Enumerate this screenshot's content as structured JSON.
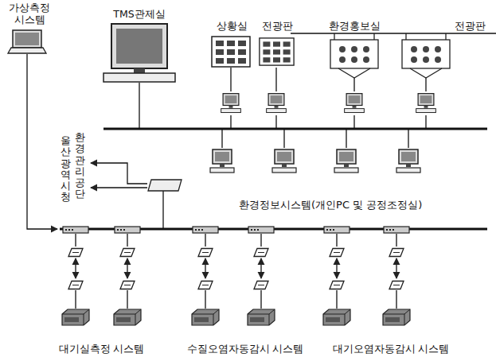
{
  "diagram": {
    "nodes": [
      {
        "text": [
          "가상측정 시스템"
        ]
      },
      {
        "text": [
          "TMS관제실"
        ]
      },
      {
        "text": [
          "상황실"
        ]
      },
      {
        "text": [
          "전광판"
        ]
      },
      {
        "text": [
          "환경홍보실"
        ]
      },
      {
        "text": [
          "전광판"
        ]
      },
      {
        "text": [
          "대기실측정 시스템"
        ]
      },
      {
        "text": [
          "수질오염자동감시 시스템"
        ]
      },
      {
        "text": [
          "대기오염자동감시 시스템"
        ]
      }
    ],
    "labels": [
      "울산광역시청",
      "환경관리공단",
      "환경정보시스템(개인PC 및 공정조정실)"
    ]
  }
}
